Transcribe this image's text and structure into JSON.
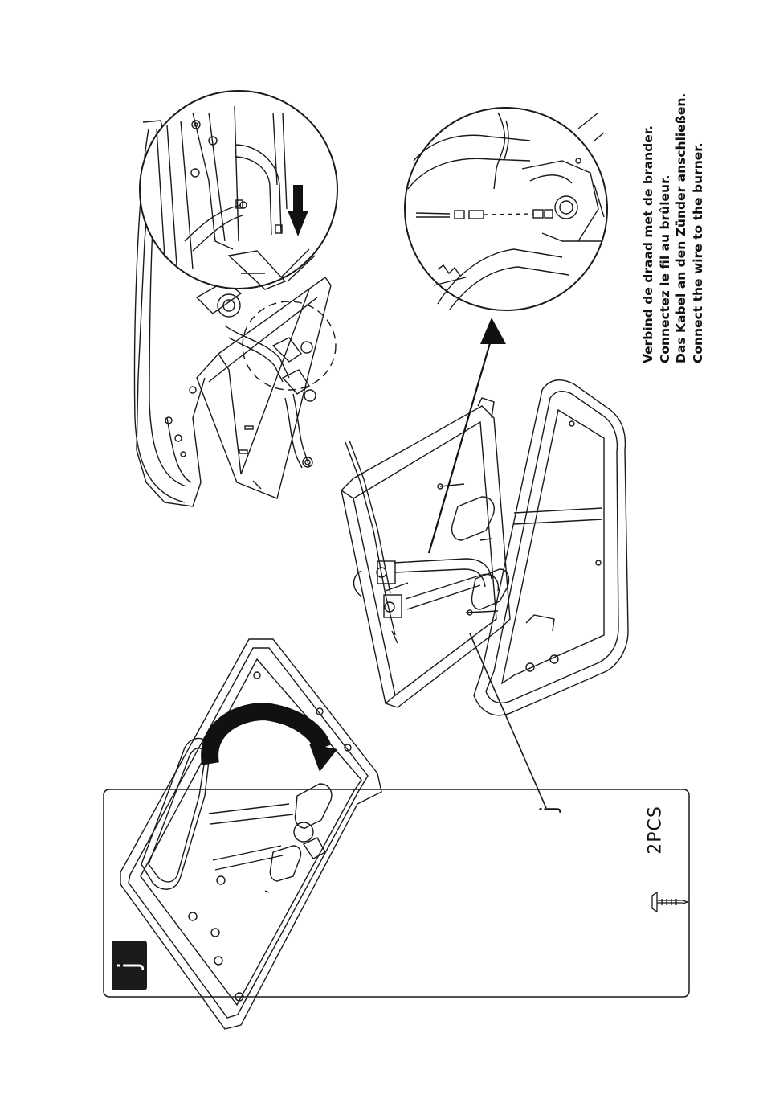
{
  "instructions": {
    "nl": "Verbind de draad met de brander.",
    "fr": "Connectez le fil au brûleur.",
    "de": "Das Kabel an den Zünder anschließen.",
    "en": "Connect the wire to the burner."
  },
  "callout_label": "j",
  "parts_box": {
    "part_letter": "j",
    "quantity": "2PCS",
    "icon": "screw-icon"
  },
  "colors": {
    "line": "#1a1a1a",
    "badge": "#1a1a1a"
  }
}
